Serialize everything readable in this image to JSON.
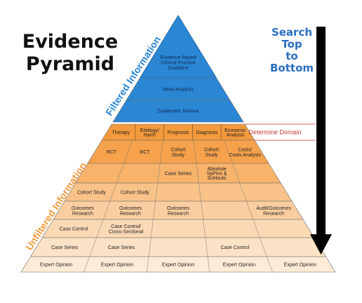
{
  "title": {
    "line1": "Evidence",
    "line2": "Pyramid"
  },
  "search": {
    "line1": "Search",
    "line2": "Top",
    "line3": "to",
    "line4": "Bottom"
  },
  "filtered_label": "Filtered Information",
  "unfiltered_label": "Unfiltered Information",
  "determine_domain": "Determine Domain",
  "top_tiers": {
    "guideline": [
      "Evidence-Based",
      "Clinical Practice",
      "Guideline"
    ],
    "meta": "Meta-Analysis",
    "systematic": "Systematic Review"
  },
  "domains": [
    "Therapy",
    "Etiology/Harm",
    "Prognosis",
    "Diagnosis",
    "Economic Analysis"
  ],
  "domains_lines": [
    [
      "Therapy"
    ],
    [
      "Etiology/",
      "Harm"
    ],
    [
      "Prognosis"
    ],
    [
      "Diagnosis"
    ],
    [
      "Economic",
      "Analysis"
    ]
  ],
  "rows": [
    [
      [
        "RCT"
      ],
      [
        "RCT"
      ],
      [
        "Cohort",
        "Study"
      ],
      [
        "Cohort",
        "Study"
      ],
      [
        "Costs/",
        "Costs Analysis"
      ]
    ],
    [
      [],
      [],
      [
        "Case Series"
      ],
      [
        "Absolute",
        "SpPins &",
        "SnNouts"
      ],
      []
    ],
    [
      [
        "Cohort Study"
      ],
      [
        "Cohort Study"
      ],
      [],
      [],
      []
    ],
    [
      [
        "Outcomes",
        "Research"
      ],
      [
        "Outcomes",
        "Research"
      ],
      [
        "Outcomes",
        "Research"
      ],
      [],
      [
        "Audit/Outcomes",
        "Research"
      ]
    ],
    [
      [
        "Case Control"
      ],
      [
        "Case Control/",
        "Cross-Sectional"
      ],
      [],
      [],
      []
    ],
    [
      [
        "Case Series"
      ],
      [
        "Case Series"
      ],
      [],
      [
        "Case Control"
      ],
      []
    ],
    [
      [
        "Expert Opinion"
      ],
      [
        "Expert Opinion"
      ],
      [
        "Expert Opinion"
      ],
      [
        "Expert Opinion"
      ],
      [
        "Expert Opinion"
      ]
    ]
  ],
  "colors": {
    "blue": "#2b86d4",
    "orange_rows": [
      "#f6a24c",
      "#f8b36b",
      "#f9c288",
      "#facea0",
      "#fbd9b5",
      "#fce2c6",
      "#fdebd6"
    ],
    "domain_band": "#f39a3c",
    "accent_red": "#c0392b",
    "search_blue": "#2a6fc2"
  }
}
